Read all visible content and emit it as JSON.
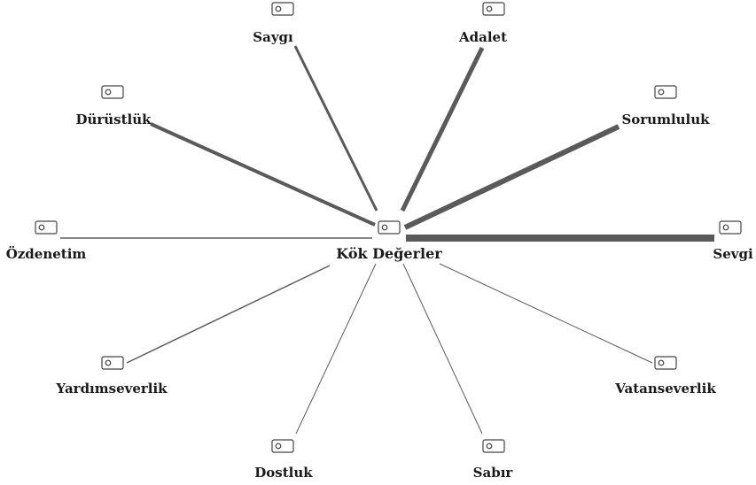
{
  "hub": {
    "label": "Kök Değerler",
    "icon": "tag-icon"
  },
  "nodes": [
    {
      "id": "sayg",
      "label": "Saygı",
      "icon": "tag-icon",
      "weight": 3
    },
    {
      "id": "adalet",
      "label": "Adalet",
      "icon": "tag-icon",
      "weight": 5
    },
    {
      "id": "sorumluluk",
      "label": "Sorumluluk",
      "icon": "tag-icon",
      "weight": 6
    },
    {
      "id": "sevgi",
      "label": "Sevgi",
      "icon": "tag-icon",
      "weight": 8
    },
    {
      "id": "vatanseverlik",
      "label": "Vatanseverlik",
      "icon": "tag-icon",
      "weight": 1
    },
    {
      "id": "sabir",
      "label": "Sabır",
      "icon": "tag-icon",
      "weight": 1
    },
    {
      "id": "dostluk",
      "label": "Dostluk",
      "icon": "tag-icon",
      "weight": 1
    },
    {
      "id": "yardimseverlik",
      "label": "Yardımseverlik",
      "icon": "tag-icon",
      "weight": 1.5
    },
    {
      "id": "ozdenetim",
      "label": "Özdenetim",
      "icon": "tag-icon",
      "weight": 1.5
    },
    {
      "id": "durustluk",
      "label": "Dürüstlük",
      "icon": "tag-icon",
      "weight": 4
    }
  ],
  "colors": {
    "edge": "#5a5a5a",
    "text": "#1a1a1a",
    "icon_stroke": "#444444"
  }
}
